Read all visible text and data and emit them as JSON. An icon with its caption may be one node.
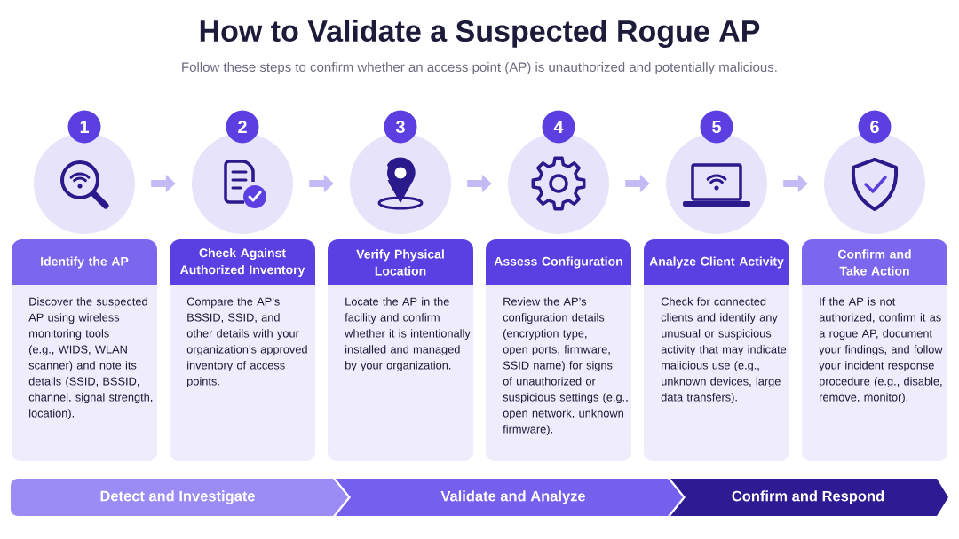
{
  "diagram": {
    "title": "How to Validate a Suspected Rogue AP",
    "caption": "Follow these steps to confirm whether an access point (AP) is unauthorized and potentially malicious.",
    "nodes": [
      {
        "text": [
          "1"
        ]
      },
      {
        "text": [
          "2"
        ]
      },
      {
        "text": [
          "3"
        ]
      },
      {
        "text": [
          "4"
        ]
      },
      {
        "text": [
          "5"
        ]
      },
      {
        "text": [
          "6"
        ]
      },
      {
        "text": [],
        "shape": "circle"
      },
      {
        "text": [],
        "shape": "circle"
      },
      {
        "text": [],
        "shape": "circle"
      },
      {
        "text": [],
        "shape": "circle"
      },
      {
        "text": [],
        "shape": "circle"
      },
      {
        "text": [],
        "shape": "circle"
      },
      {
        "text": [
          "Identify the AP",
          "Discover the suspected AP using wireless monitoring tools (e.g., WIDS, WLAN scanner) and note its details (SSID, BSSID, channel, signal strength, location)."
        ]
      },
      {
        "text": [
          "Check Against Authorized Inventory",
          "Compare the AP’s BSSID, SSID, and other details with your organization’s approved inventory of access points."
        ]
      },
      {
        "text": [
          "Verify Physical Location",
          "Locate the AP in the facility and confirm whether it is intentionally installed and managed by your organization."
        ]
      },
      {
        "text": [
          "Assess Configuration",
          "Review the AP’s configuration details (encryption type, open ports, firmware, SSID name) for signs of unauthorized or suspicious settings (e.g., open network, unknown firmware)."
        ]
      },
      {
        "text": [
          "Analyze Client Activity",
          "Check for connected clients and identify any unusual or suspicious activity that may indicate malicious use (e.g., unknown devices, large data transfers)."
        ]
      },
      {
        "text": [
          "Confirm and Take Action",
          "If the AP is not authorized, confirm it as a rogue AP, document your findings, and follow your incident response procedure (e.g., disable, remove, monitor)."
        ]
      },
      {
        "text": [
          "Detect and Investigate"
        ]
      },
      {
        "text": [
          "Validate and Analyze"
        ]
      },
      {
        "text": [
          "Confirm and Respond"
        ]
      }
    ],
    "edges": [
      {
        "from": 6,
        "to": 7,
        "arrow": "to"
      },
      {
        "from": 7,
        "to": 8,
        "arrow": "to"
      },
      {
        "from": 8,
        "to": 9,
        "arrow": "to"
      },
      {
        "from": 9,
        "to": 10,
        "arrow": "to"
      },
      {
        "from": 10,
        "to": 11,
        "arrow": "to"
      }
    ]
  }
}
